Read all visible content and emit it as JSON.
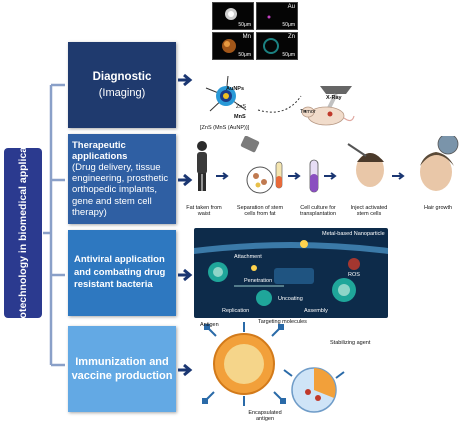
{
  "main_label": "Nanotechnology in biomedical application",
  "categories": {
    "diagnostic": {
      "title": "Diagnostic",
      "subtitle": "(Imaging)"
    },
    "therapeutic": {
      "title": "Therapeutic applications",
      "detail": "(Drug delivery, tissue engineering, prosthetic orthopedic implants, gene and stem cell therapy)"
    },
    "antiviral": {
      "line1": "Antiviral application",
      "line2": "and combating drug",
      "line3": "resistant bacteria"
    },
    "immunization": {
      "line1": "Immunization and",
      "line2": "vaccine production"
    }
  },
  "diagnostic_panel": {
    "micro_labels": [
      "",
      "Au",
      "Mn",
      "Zn"
    ],
    "scale": "50μm",
    "aunps": "AuNPs",
    "zns": "ZnS",
    "mns": "MnS",
    "formula": "[ZnS (MnS (AuNP))]",
    "xray": "X-Ray",
    "tumor": "Tumor"
  },
  "therapeutic_panel": {
    "steps": [
      "Fat taken from waist",
      "Separation of stem cells from fat",
      "Cell culture for transplantation",
      "Inject activated stem cells",
      "Hair growth"
    ]
  },
  "antiviral_panel": {
    "labels": [
      "Metal-based Nanoparticle",
      "Attachment",
      "Penetration",
      "Uncoating",
      "Assembly",
      "Replication",
      "ROS"
    ]
  },
  "vaccine_panel": {
    "antigen": "Antigen",
    "targeting": "Targeting molecules",
    "stabilizing": "Stabilizing agent",
    "encapsulated": "Encapsulated antigen"
  },
  "colors": {
    "main": "#2b3a8f",
    "diagnostic": "#1f3a6e",
    "therapeutic": "#2f5fa3",
    "antiviral": "#2e78c0",
    "immunization": "#63a9e4",
    "arrow": "#1a3672"
  }
}
